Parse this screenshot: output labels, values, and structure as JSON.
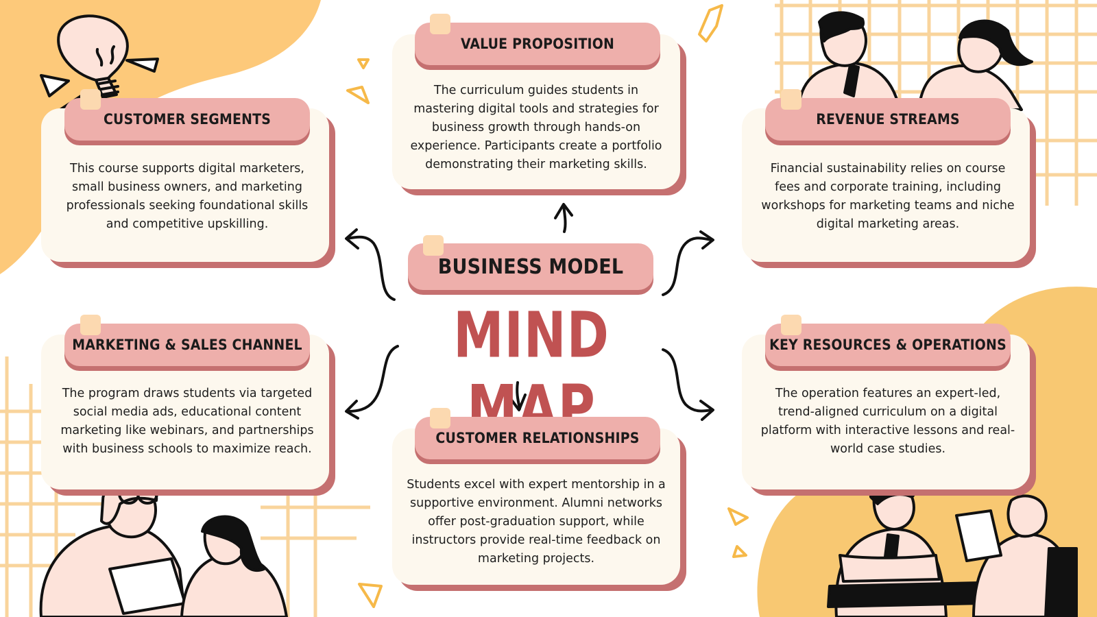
{
  "center": {
    "label": "BUSINESS MODEL",
    "title": "MIND MAP"
  },
  "nodes": {
    "value_proposition": {
      "title": "VALUE PROPOSITION",
      "text": "The curriculum guides students in mastering digital tools and strategies for business growth through hands-on experience. Participants create a portfolio demonstrating their marketing skills."
    },
    "customer_segments": {
      "title": "CUSTOMER SEGMENTS",
      "text": "This course supports digital marketers, small business owners, and marketing professionals seeking foundational skills and competitive upskilling."
    },
    "revenue_streams": {
      "title": "REVENUE STREAMS",
      "text": "Financial sustainability relies on course fees and corporate training, including workshops for marketing teams and niche digital marketing areas."
    },
    "marketing_sales": {
      "title": "MARKETING & SALES CHANNEL",
      "text": "The program draws students via targeted social media ads, educational content marketing like webinars, and partnerships with business schools to maximize reach."
    },
    "key_resources": {
      "title": "KEY RESOURCES & OPERATIONS",
      "text": "The operation features an expert-led, trend-aligned curriculum on a digital platform with interactive lessons and real-world case studies."
    },
    "customer_relationships": {
      "title": "CUSTOMER RELATIONSHIPS",
      "text": "Students excel with expert mentorship in a supportive environment. Alumni networks offer post-graduation support, while instructors provide real-time feedback on marketing projects."
    }
  },
  "colors": {
    "header_pink": "#eeafab",
    "shadow_rose": "#c57070",
    "card_cream": "#fdf8ee",
    "title_red": "#c05252",
    "blob_orange": "#fdc97a",
    "grid_orange": "#f8d49a"
  },
  "icons": [
    "lightbulb-icon",
    "arrow-icon",
    "people-illustration"
  ]
}
